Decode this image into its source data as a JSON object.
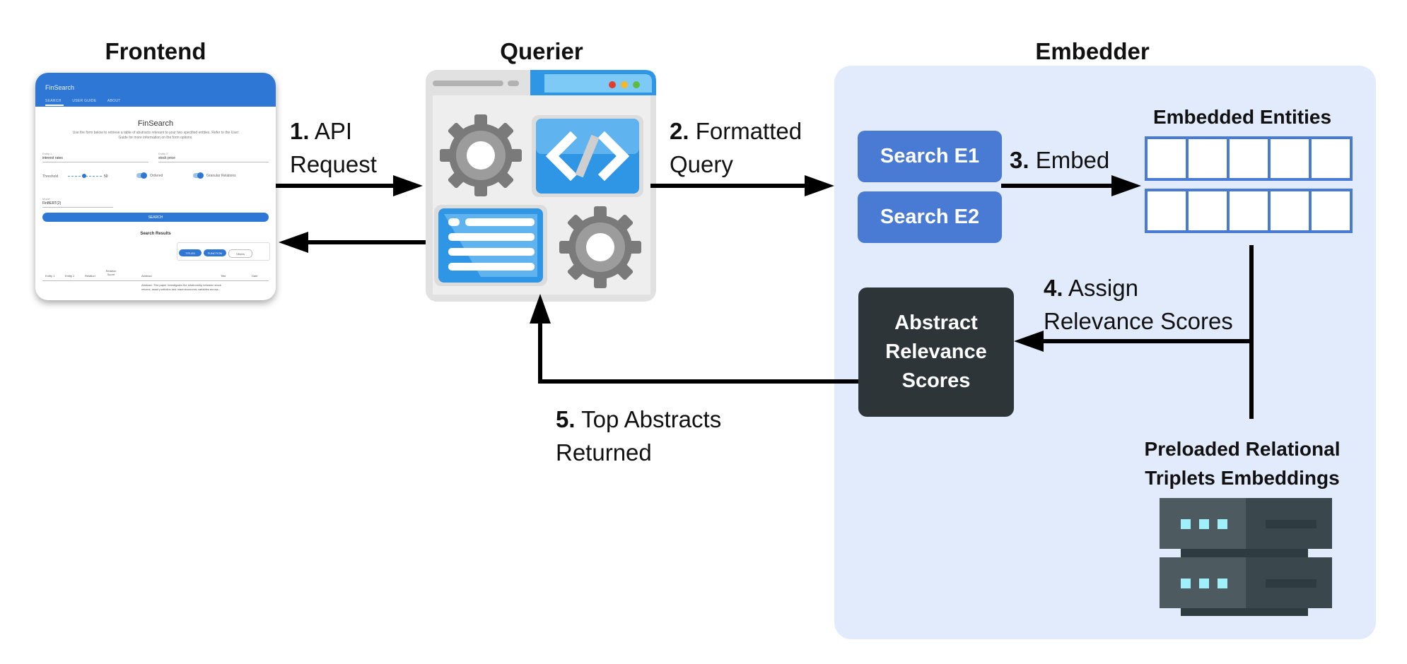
{
  "headings": {
    "frontend": "Frontend",
    "querier": "Querier",
    "embedder": "Embedder"
  },
  "steps": {
    "s1": {
      "num": "1.",
      "line1": "API",
      "line2": "Request"
    },
    "s2": {
      "num": "2.",
      "line1": "Formatted",
      "line2": "Query"
    },
    "s3": {
      "num": "3.",
      "line1": "Embed"
    },
    "s4": {
      "num": "4.",
      "line1": "Assign",
      "line2": "Relevance Scores"
    },
    "s5": {
      "num": "5.",
      "line1": "Top Abstracts",
      "line2": "Returned"
    }
  },
  "embedder": {
    "search_buttons": [
      "Search E1",
      "Search E2"
    ],
    "embedded_entities_label": "Embedded Entities",
    "abstract_box": {
      "line1": "Abstract",
      "line2": "Relevance",
      "line3": "Scores"
    },
    "preloaded_label": {
      "line1": "Preloaded Relational",
      "line2": "Triplets Embeddings"
    }
  },
  "frontend_app": {
    "app_title": "FinSearch",
    "tabs": [
      "SEARCH",
      "USER GUIDE",
      "ABOUT"
    ],
    "page_title": "FinSearch",
    "intro": "Use the form below to retrieve a table of abstracts relevant to your two specified entities. Refer to the User Guide for more information on the form options.",
    "entity1_label": "Entity 1",
    "entity1_value": "interest rates",
    "entity2_label": "Entity 2",
    "entity2_value": "stock price",
    "threshold_label": "Threshold",
    "threshold_value": "50",
    "toggle1": "Ordered",
    "toggle2": "Granular Relations",
    "model_label": "Model",
    "model_value": "FinBERT(2)",
    "search_button": "SEARCH",
    "results_title": "Search Results",
    "chips": [
      "TITLES",
      "FUNCTION",
      "Others"
    ],
    "columns": [
      "Entity 1",
      "Entity 2",
      "Relation",
      "Relation Score",
      "Abstract",
      "Title",
      "Date"
    ],
    "abstract_snippet": "Abstract: This paper investigates the relationship between stock returns, asset portfolios and macroeconomic variables across..."
  },
  "colors": {
    "panel_bg": "#e2ebfb",
    "accent_blue": "#4a7bd4",
    "dark_box": "#2d3538",
    "app_blue": "#2f77d5",
    "server_dark": "#4d5a5f"
  },
  "icons": [
    "settings-gear-icon",
    "code-icon",
    "document-icon",
    "server-icon",
    "window-dots-icon"
  ]
}
